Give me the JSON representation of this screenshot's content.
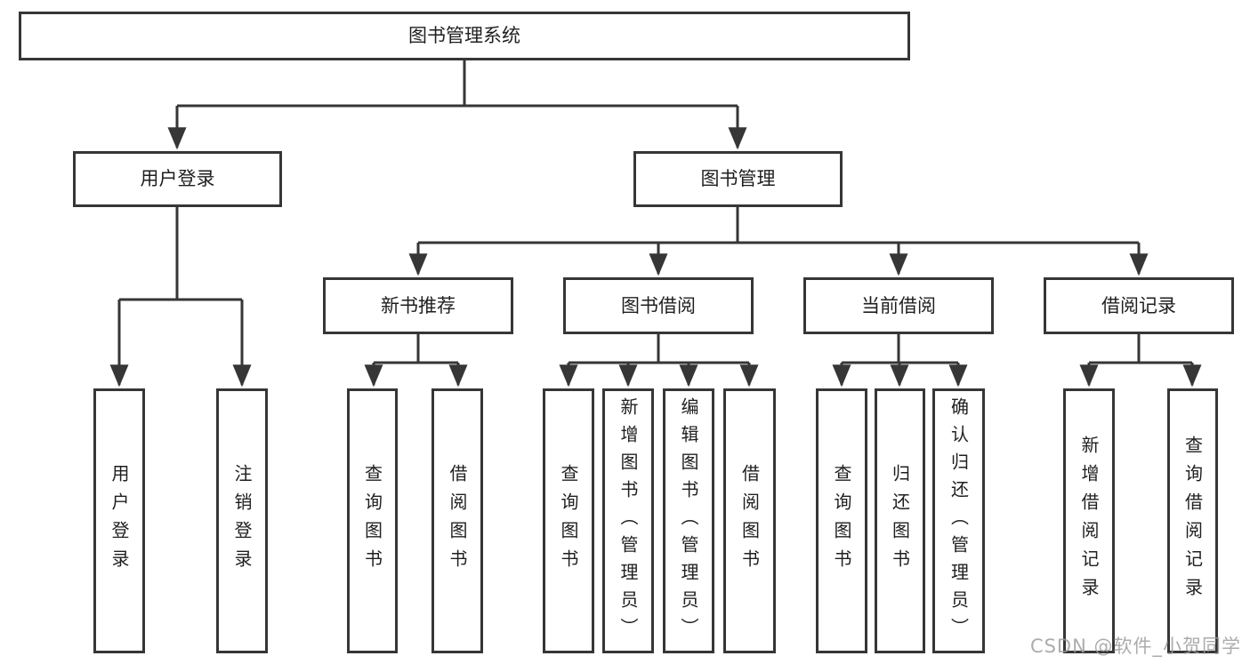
{
  "diagram": {
    "type": "hierarchy-tree",
    "orientation": "top-down",
    "tree": {
      "label": "图书管理系统",
      "children": [
        {
          "label": "用户登录",
          "children": [
            {
              "label": "用户登录"
            },
            {
              "label": "注销登录"
            }
          ]
        },
        {
          "label": "图书管理",
          "children": [
            {
              "label": "新书推荐",
              "children": [
                {
                  "label": "查询图书"
                },
                {
                  "label": "借阅图书"
                }
              ]
            },
            {
              "label": "图书借阅",
              "children": [
                {
                  "label": "查询图书"
                },
                {
                  "label": "新增图书（管理员）"
                },
                {
                  "label": "编辑图书（管理员）"
                },
                {
                  "label": "借阅图书"
                }
              ]
            },
            {
              "label": "当前借阅",
              "children": [
                {
                  "label": "查询图书"
                },
                {
                  "label": "归还图书"
                },
                {
                  "label": "确认归还（管理员）"
                }
              ]
            },
            {
              "label": "借阅记录",
              "children": [
                {
                  "label": "新增借阅记录"
                },
                {
                  "label": "查询借阅记录"
                }
              ]
            }
          ]
        }
      ]
    }
  },
  "watermark": "CSDN @软件_小贺同学",
  "colors": {
    "line": "#363636",
    "box_border": "#363636",
    "text": "#1f1f1f",
    "watermark": "#9e9e9e",
    "background": "#ffffff"
  }
}
